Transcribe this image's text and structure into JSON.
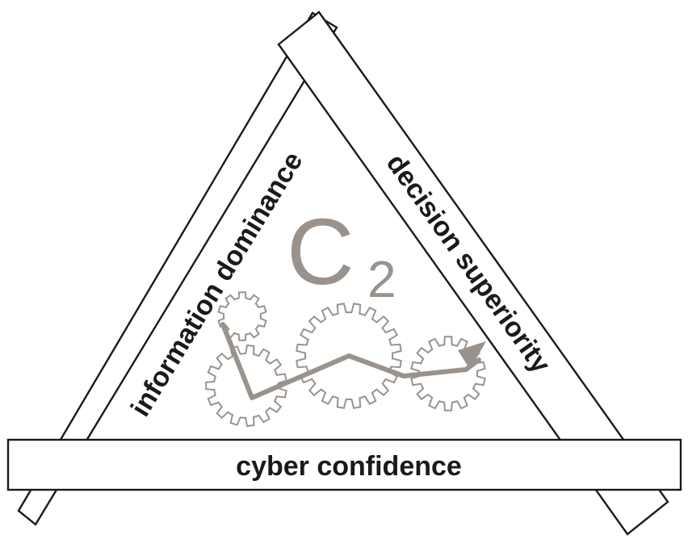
{
  "diagram": {
    "bars": {
      "left": "information dominance",
      "right": "decision superiority",
      "bottom": "cyber confidence"
    },
    "center": {
      "letter": "C",
      "subscript": "2"
    },
    "colors": {
      "bar_outline": "#1a1a1a",
      "bar_fill": "#ffffff",
      "label_text": "#1a1a1a",
      "gear_and_arrow": "#9a928d"
    },
    "icons": [
      "gear-icon",
      "gear-icon",
      "gear-icon",
      "gear-icon",
      "trend-arrow-icon"
    ]
  }
}
